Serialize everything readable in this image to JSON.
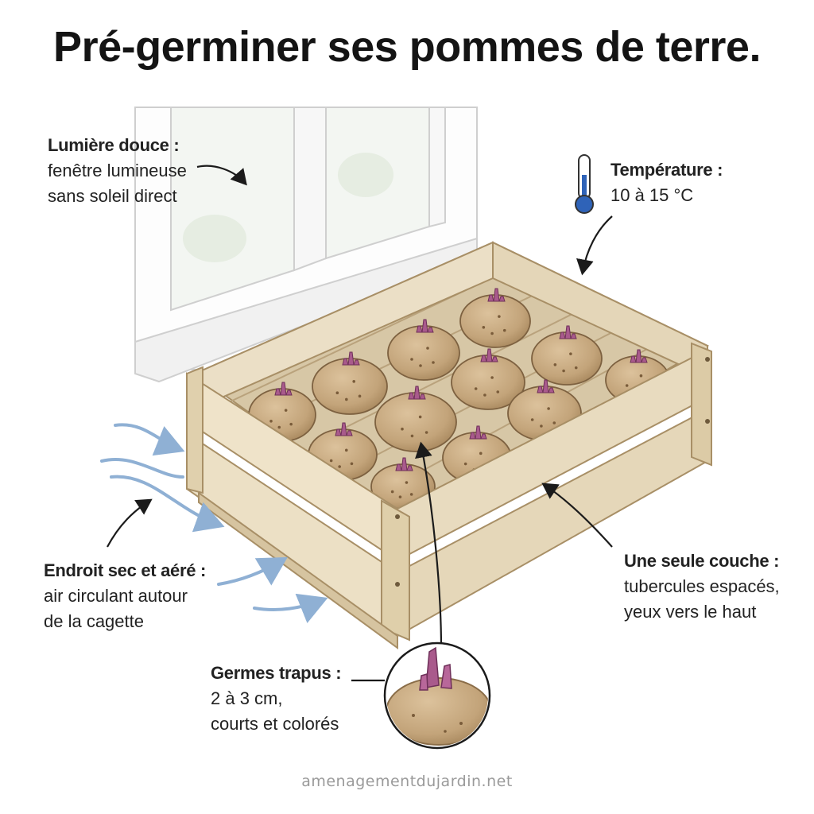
{
  "title": "Pré-germiner ses pommes de terre.",
  "labels": {
    "light": {
      "head": "Lumière douce :",
      "lines": [
        "fenêtre lumineuse",
        "sans soleil direct"
      ]
    },
    "temperature": {
      "head": "Température :",
      "lines": [
        "10 à 15 °C"
      ]
    },
    "dry": {
      "head": "Endroit sec et aéré :",
      "lines": [
        "air circulant autour",
        "de la cagette"
      ]
    },
    "layer": {
      "head": "Une seule couche :",
      "lines": [
        "tubercules espacés,",
        "yeux vers le haut"
      ]
    },
    "sprouts": {
      "head": "Germes trapus :",
      "lines": [
        "2 à 3 cm,",
        "courts et colorés"
      ]
    }
  },
  "icons": {
    "thermometer": "thermometer-icon",
    "air": "air-flow-arrows"
  },
  "colors": {
    "wood": "#e9dcc1",
    "wood_dark": "#b9a27c",
    "potato": "#c9ab82",
    "sprout": "#a95a8c",
    "air": "#8fb0d4",
    "thermo_blue": "#2f63b8"
  },
  "footer": "amenagementdujardin.net"
}
